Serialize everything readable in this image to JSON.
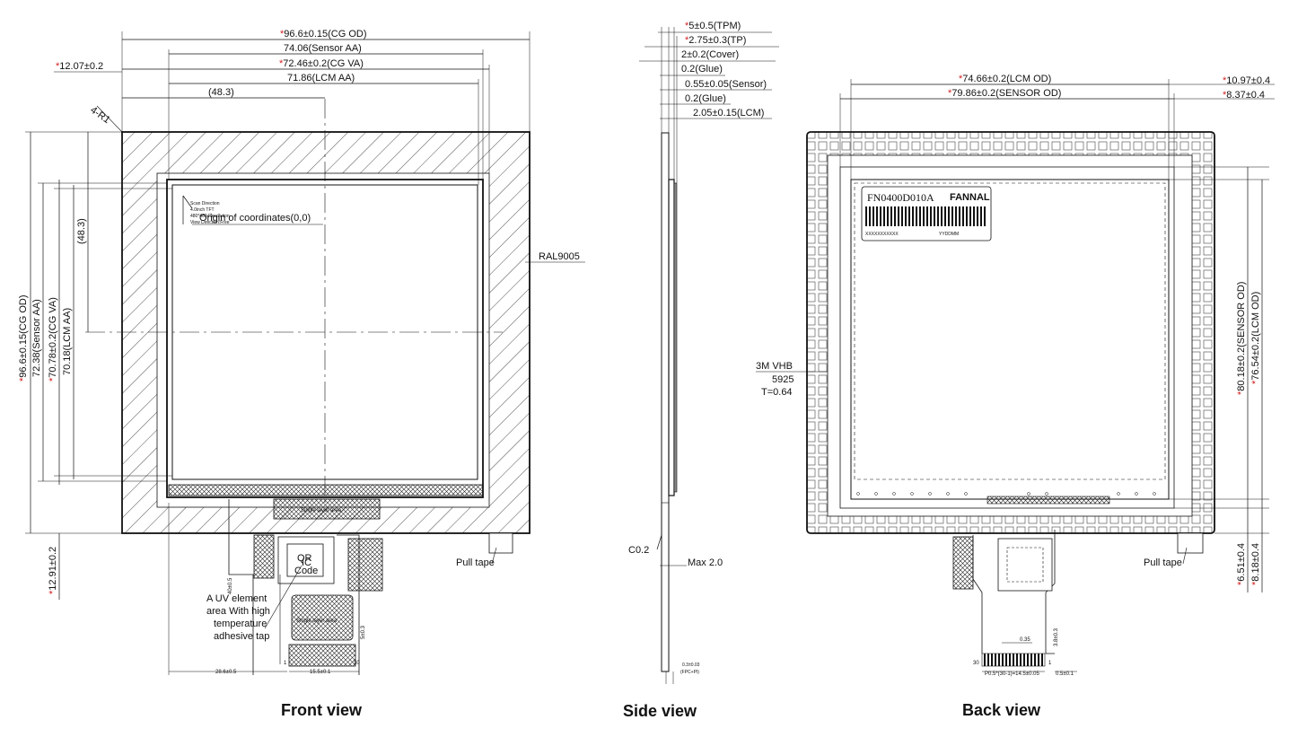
{
  "colors": {
    "line": "#111111",
    "star": "#d42020",
    "paper": "#ffffff"
  },
  "front": {
    "title": "Front view",
    "dim_cg_od_h": "96.6±0.15(CG OD)",
    "dim_sensor_aa_h": "74.06(Sensor AA)",
    "dim_cg_va_h": "72.46±0.2(CG VA)",
    "dim_lcm_aa_h": "71.86(LCM AA)",
    "dim_offset_left": "12.07±0.2",
    "dim_center_h": "(48.3)",
    "corner_radius": "4-R1",
    "dim_cg_od_v": "96.6±0.15(CG OD)",
    "dim_sensor_aa_v": "72.38(Sensor AA)",
    "dim_cg_va_v": "70.78±0.2(CG VA)",
    "dim_lcm_aa_v": "70.18(LCM AA)",
    "dim_center_v": "(48.3)",
    "dim_bottom_offset": "12.91±0.2",
    "origin_label": "Origin of coordinates(0,0)",
    "scan_lines": [
      "Scan Direction",
      "4.0inch TFT",
      "480*480 Resolution",
      "View Direction:Free"
    ],
    "ral_label": "RAL9005",
    "pull_tape": "Pull tape",
    "uv_note": [
      "A UV element",
      "area With high",
      "temperature",
      "adhesive tap"
    ],
    "qr_text": "QR",
    "ic_text": "IC",
    "code_text": "Code",
    "single_layer_1": "Single layer area",
    "single_layer_2": "Single layer area",
    "fpc_w1": "28.6±0.5",
    "fpc_w2": "15.5±0.1",
    "fpc_v1": "40±0.5",
    "fpc_v2": "5±0.3",
    "pin_1": "1",
    "pin_30": "30"
  },
  "side": {
    "title": "Side view",
    "dim_tpm": "5±0.5(TPM)",
    "dim_tp": "2.75±0.3(TP)",
    "dim_cover": "2±0.2(Cover)",
    "dim_glue1": "0.2(Glue)",
    "dim_sensor": "0.55±0.05(Sensor)",
    "dim_glue2": "0.2(Glue)",
    "dim_lcm": "2.05±0.15(LCM)",
    "chamfer": "C0.2",
    "max_label": "Max 2.0",
    "fpc_thk": "0.3±0.03",
    "fpc_thk_note": "(FPC+PI)"
  },
  "back": {
    "title": "Back view",
    "dim_lcm_od_h": "74.66±0.2(LCM OD)",
    "dim_sensor_od_h": "79.86±0.2(SENSOR OD)",
    "dim_right1": "10.97±0.4",
    "dim_right2": "8.37±0.4",
    "label_part": "FN0400D010A",
    "label_brand": "FANNAL",
    "label_lot": "XXXXXXXXXXX",
    "label_date": "YYDDMM",
    "vhb_lines": [
      "3M VHB",
      "5925",
      "T=0.64"
    ],
    "dim_sensor_od_v": "80.18±0.2(SENSOR OD)",
    "dim_lcm_od_v": "76.54±0.2(LCM OD)",
    "dim_b1": "6.51±0.4",
    "dim_b2": "8.18±0.4",
    "pull_tape": "Pull tape",
    "pitch": "0.35",
    "fpc_pitch": "P0.5*(30-1)=14.5±0.05",
    "fpc_len": "0.5±0.1",
    "fpc_h": "3.8±0.3",
    "pin_30": "30",
    "pin_1": "1"
  }
}
